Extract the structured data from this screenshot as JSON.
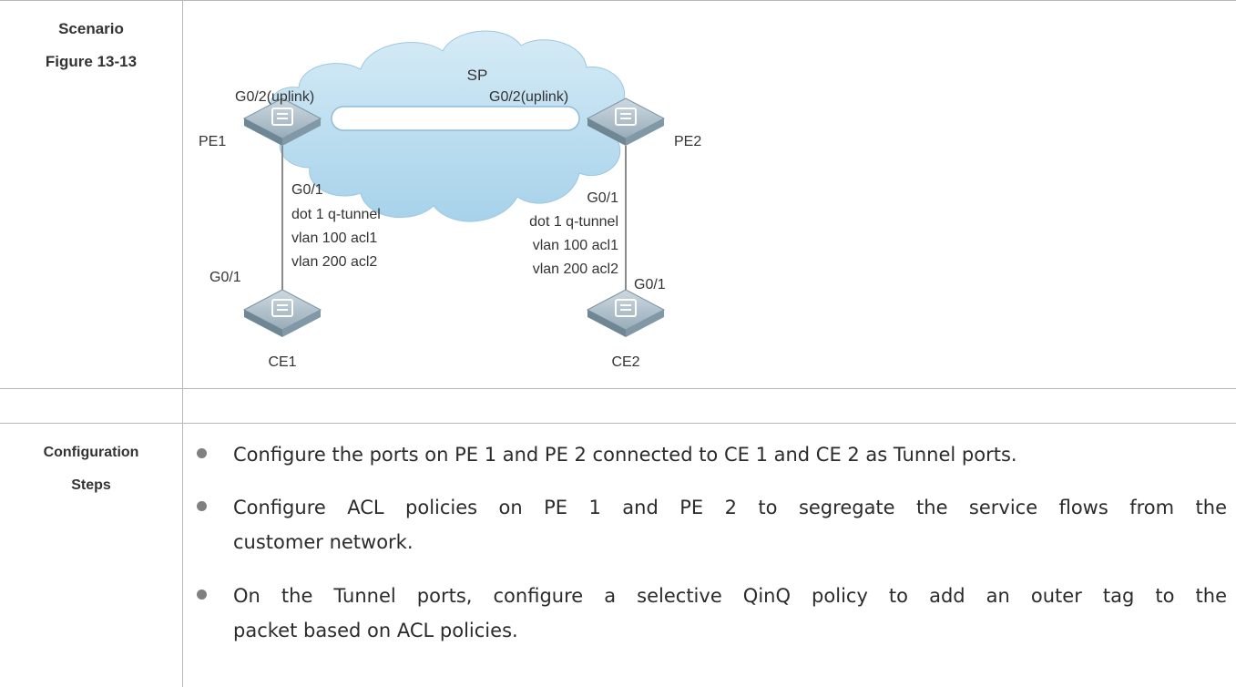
{
  "scenario": {
    "label_line1": "Scenario",
    "label_line2": "Figure 13-13"
  },
  "diagram": {
    "cloud_label": "SP",
    "pe1_label": "PE1",
    "pe2_label": "PE2",
    "ce1_label": "CE1",
    "ce2_label": "CE2",
    "pe1_uplink": "G0/2(uplink)",
    "pe2_uplink": "G0/2(uplink)",
    "pe1_port_lines": [
      "G0/1",
      "dot 1 q-tunnel",
      "vlan 100 acl1",
      "vlan 200 acl2"
    ],
    "pe2_port_lines": [
      "G0/1",
      "dot 1 q-tunnel",
      "vlan 100 acl1",
      "vlan 200 acl2"
    ],
    "ce1_port": "G0/1",
    "ce2_port": "G0/1"
  },
  "config": {
    "label_line1": "Configuration",
    "label_line2": "Steps",
    "steps": [
      {
        "line1": "Configure the ports on PE 1 and PE 2 connected to CE 1 and CE 2 as Tunnel ports.",
        "line2": ""
      },
      {
        "line1": "Configure ACL policies on PE 1 and PE 2 to segregate the service flows from the",
        "line2": "customer network."
      },
      {
        "line1": "On the Tunnel ports, configure a selective QinQ policy to add an outer tag to the",
        "line2": "packet based on ACL policies."
      }
    ]
  }
}
